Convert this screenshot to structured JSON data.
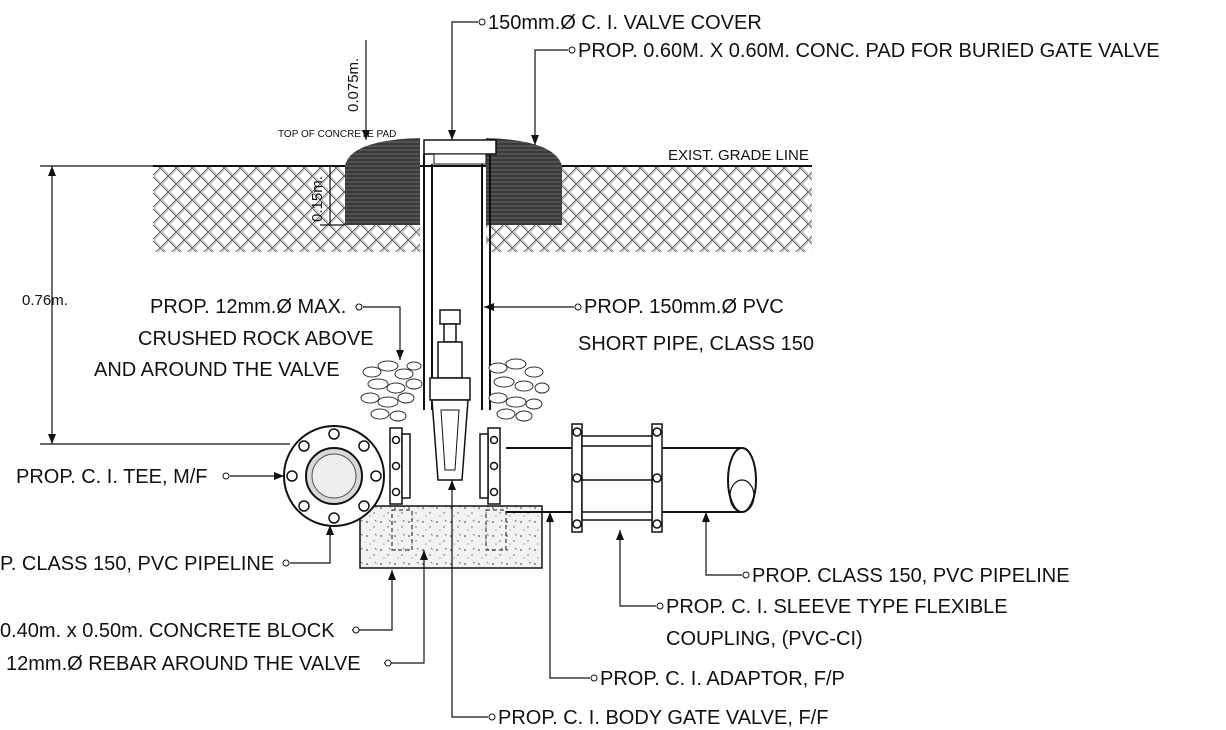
{
  "labels": {
    "valve_cover": "150mm.Ø C. I. VALVE COVER",
    "conc_pad": "PROP. 0.60M. X 0.60M. CONC. PAD FOR BURIED GATE VALVE",
    "top_of_pad": "TOP OF CONCRETE PAD",
    "exist_grade": "EXIST. GRADE LINE",
    "dim_0075": "0.075m.",
    "dim_015": "0.15m.",
    "dim_076": "0.76m.",
    "crushed_rock_1": "PROP. 12mm.Ø MAX.",
    "crushed_rock_2": "CRUSHED ROCK ABOVE",
    "crushed_rock_3": "AND AROUND THE VALVE",
    "pvc_short_1": "PROP. 150mm.Ø PVC",
    "pvc_short_2": "SHORT PIPE, CLASS 150",
    "tee": "PROP. C. I. TEE, M/F",
    "pipeline_left": "P. CLASS 150, PVC PIPELINE",
    "pipeline_right": "PROP. CLASS 150, PVC PIPELINE",
    "conc_block": "0.40m. x 0.50m. CONCRETE BLOCK",
    "rebar": "12mm.Ø REBAR AROUND THE VALVE",
    "coupling_1": "PROP. C. I. SLEEVE TYPE FLEXIBLE",
    "coupling_2": "COUPLING, (PVC-CI)",
    "adaptor": "PROP. C. I. ADAPTOR, F/P",
    "gate_valve": "PROP. C. I. BODY GATE VALVE, F/F"
  }
}
